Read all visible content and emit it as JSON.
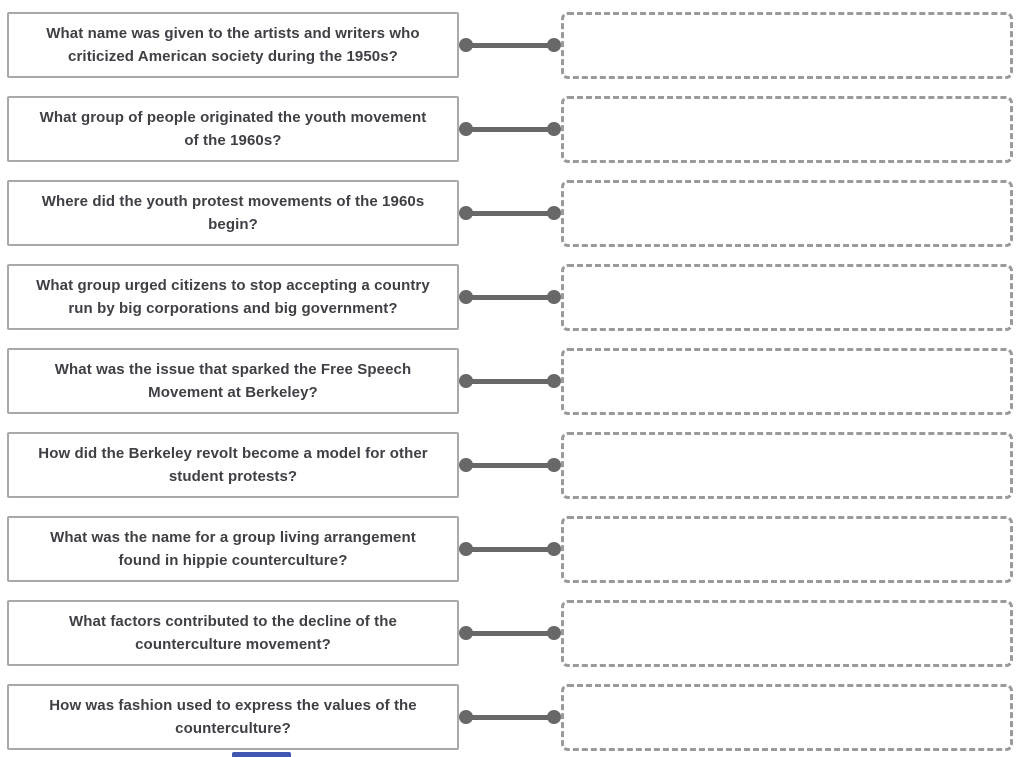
{
  "colors": {
    "background": "#ffffff",
    "question_border": "#a9a9a9",
    "question_text": "#3f4045",
    "connector": "#686868",
    "slot_border": "#9a9a9a",
    "partial_blue": "#4257b2"
  },
  "activity": {
    "type": "matching-exercise",
    "answer_slot_state": "empty"
  },
  "rows": [
    {
      "question": "What name was given to the artists and writers who criticized American society during the 1950s?",
      "answer": ""
    },
    {
      "question": "What group of people originated the youth movement of the 1960s?",
      "answer": ""
    },
    {
      "question": "Where did the youth protest movements of the 1960s begin?",
      "answer": ""
    },
    {
      "question": "What group urged citizens to stop accepting a country run by big corporations and big government?",
      "answer": ""
    },
    {
      "question": "What was the issue that sparked the Free Speech Movement at Berkeley?",
      "answer": ""
    },
    {
      "question": "How did the Berkeley revolt become a model for other student protests?",
      "answer": ""
    },
    {
      "question": "What was the name for a group living arrangement found in hippie counterculture?",
      "answer": ""
    },
    {
      "question": "What factors contributed to the decline of the counterculture movement?",
      "answer": ""
    },
    {
      "question": "How was fashion used to express the values of the counterculture?",
      "answer": ""
    }
  ]
}
